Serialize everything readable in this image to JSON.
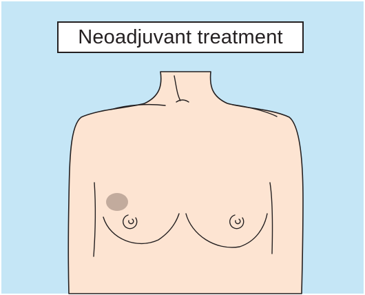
{
  "title": "Neoadjuvant treatment",
  "colors": {
    "background": "#c5e6f6",
    "skin": "#fde4d2",
    "outline": "#231f20",
    "tumor": "#bfa89a"
  },
  "illustration": {
    "subject": "female-torso",
    "lesion_side": "right-breast-upper-outer"
  }
}
